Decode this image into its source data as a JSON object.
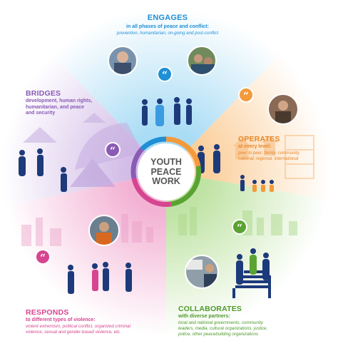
{
  "center": {
    "line1": "YOUTH",
    "line2": "PEACE",
    "line3": "WORK"
  },
  "sections": {
    "engages": {
      "title": "ENGAGES",
      "subtitle": "in all phases of peace and conflict:",
      "detail": "prevention, humanitarian, on-going and post-conflict"
    },
    "bridges": {
      "title": "BRIDGES",
      "subtitle_1": "development, human rights,",
      "subtitle_2": "humanitarian, and peace",
      "subtitle_3": "and security"
    },
    "operates": {
      "title": "OPERATES",
      "subtitle": "at every level:",
      "detail_1": "peer to peer, family, community,",
      "detail_2": "national, regional, international"
    },
    "responds": {
      "title": "RESPONDS",
      "subtitle": "to different types of violence:",
      "detail_1": "violent extremism, political conflict, organized criminal",
      "detail_2": "violence, sexual and gender-based violence, etc."
    },
    "collaborates": {
      "title": "COLLABORATES",
      "subtitle": "with diverse partners:",
      "detail_1": "local and national governments, community",
      "detail_2": "leaders, media, cultural organizations, justice,",
      "detail_3": "police, other peacebuilding organizations"
    }
  },
  "colors": {
    "engages": "#1f8fd6",
    "bridges": "#8a5bb5",
    "operates": "#f39a3c",
    "responds": "#d6458f",
    "collaborates": "#5aa332",
    "figure": "#1d3a7a",
    "center_text": "#555555"
  },
  "icons": [
    "quote-badge-icon",
    "camera-photo-circle"
  ]
}
